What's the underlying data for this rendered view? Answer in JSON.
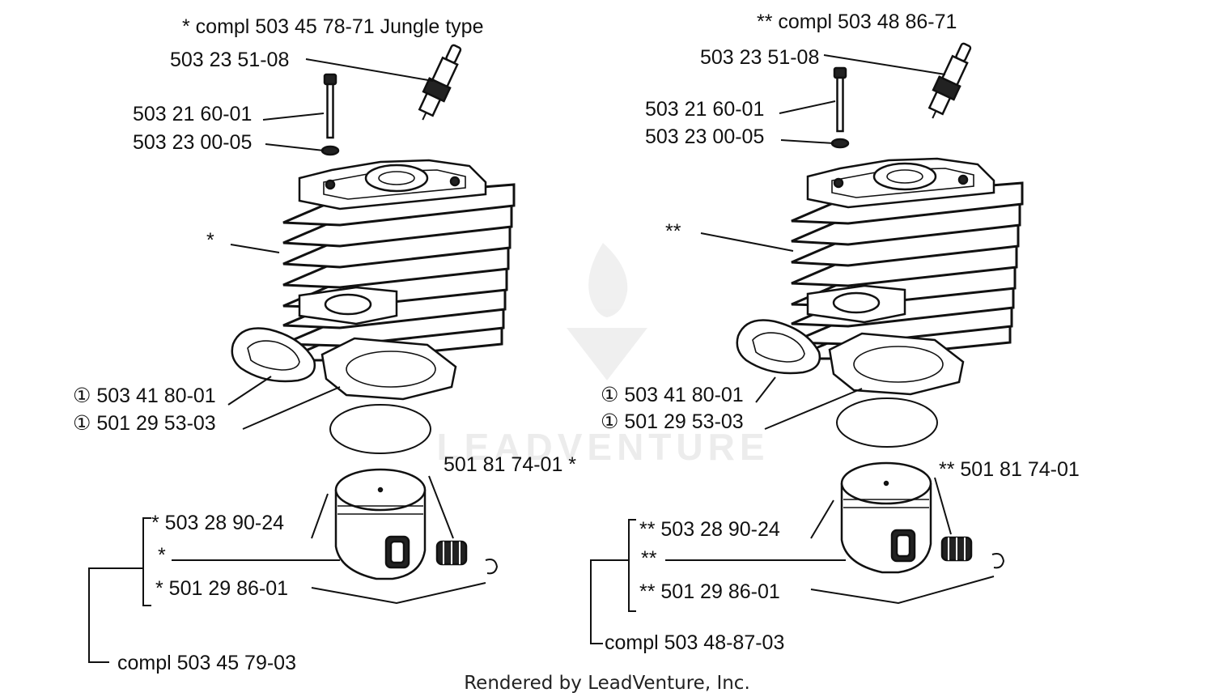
{
  "watermark": "LEADVENTURE",
  "footer": "Rendered by LeadVenture, Inc.",
  "left_assembly": {
    "kit_title": "*  compl 503 45 78-71 Jungle type",
    "spark_plug": "503 23 51-08",
    "bolt": "503 21 60-01",
    "washer": "503 23 00-05",
    "cylinder_mark": "*",
    "gasket_exhaust": "① 503 41 80-01",
    "gasket_base": "① 501 29 53-03",
    "bearing": "501 81 74-01  *",
    "piston": "*  503 28 90-24",
    "pin_mark": "*",
    "circlip": "*  501 29 86-01",
    "piston_kit": "compl 503 45 79-03"
  },
  "right_assembly": {
    "kit_title": "**  compl 503 48 86-71",
    "spark_plug": "503 23 51-08",
    "bolt": "503 21 60-01",
    "washer": "503 23 00-05",
    "cylinder_mark": "**",
    "gasket_exhaust": "① 503 41 80-01",
    "gasket_base": "① 501 29 53-03",
    "bearing": "**  501 81 74-01",
    "piston": "**  503 28 90-24",
    "pin_mark": "**",
    "circlip": "**  501 29 86-01",
    "piston_kit": "compl 503 48-87-03"
  }
}
